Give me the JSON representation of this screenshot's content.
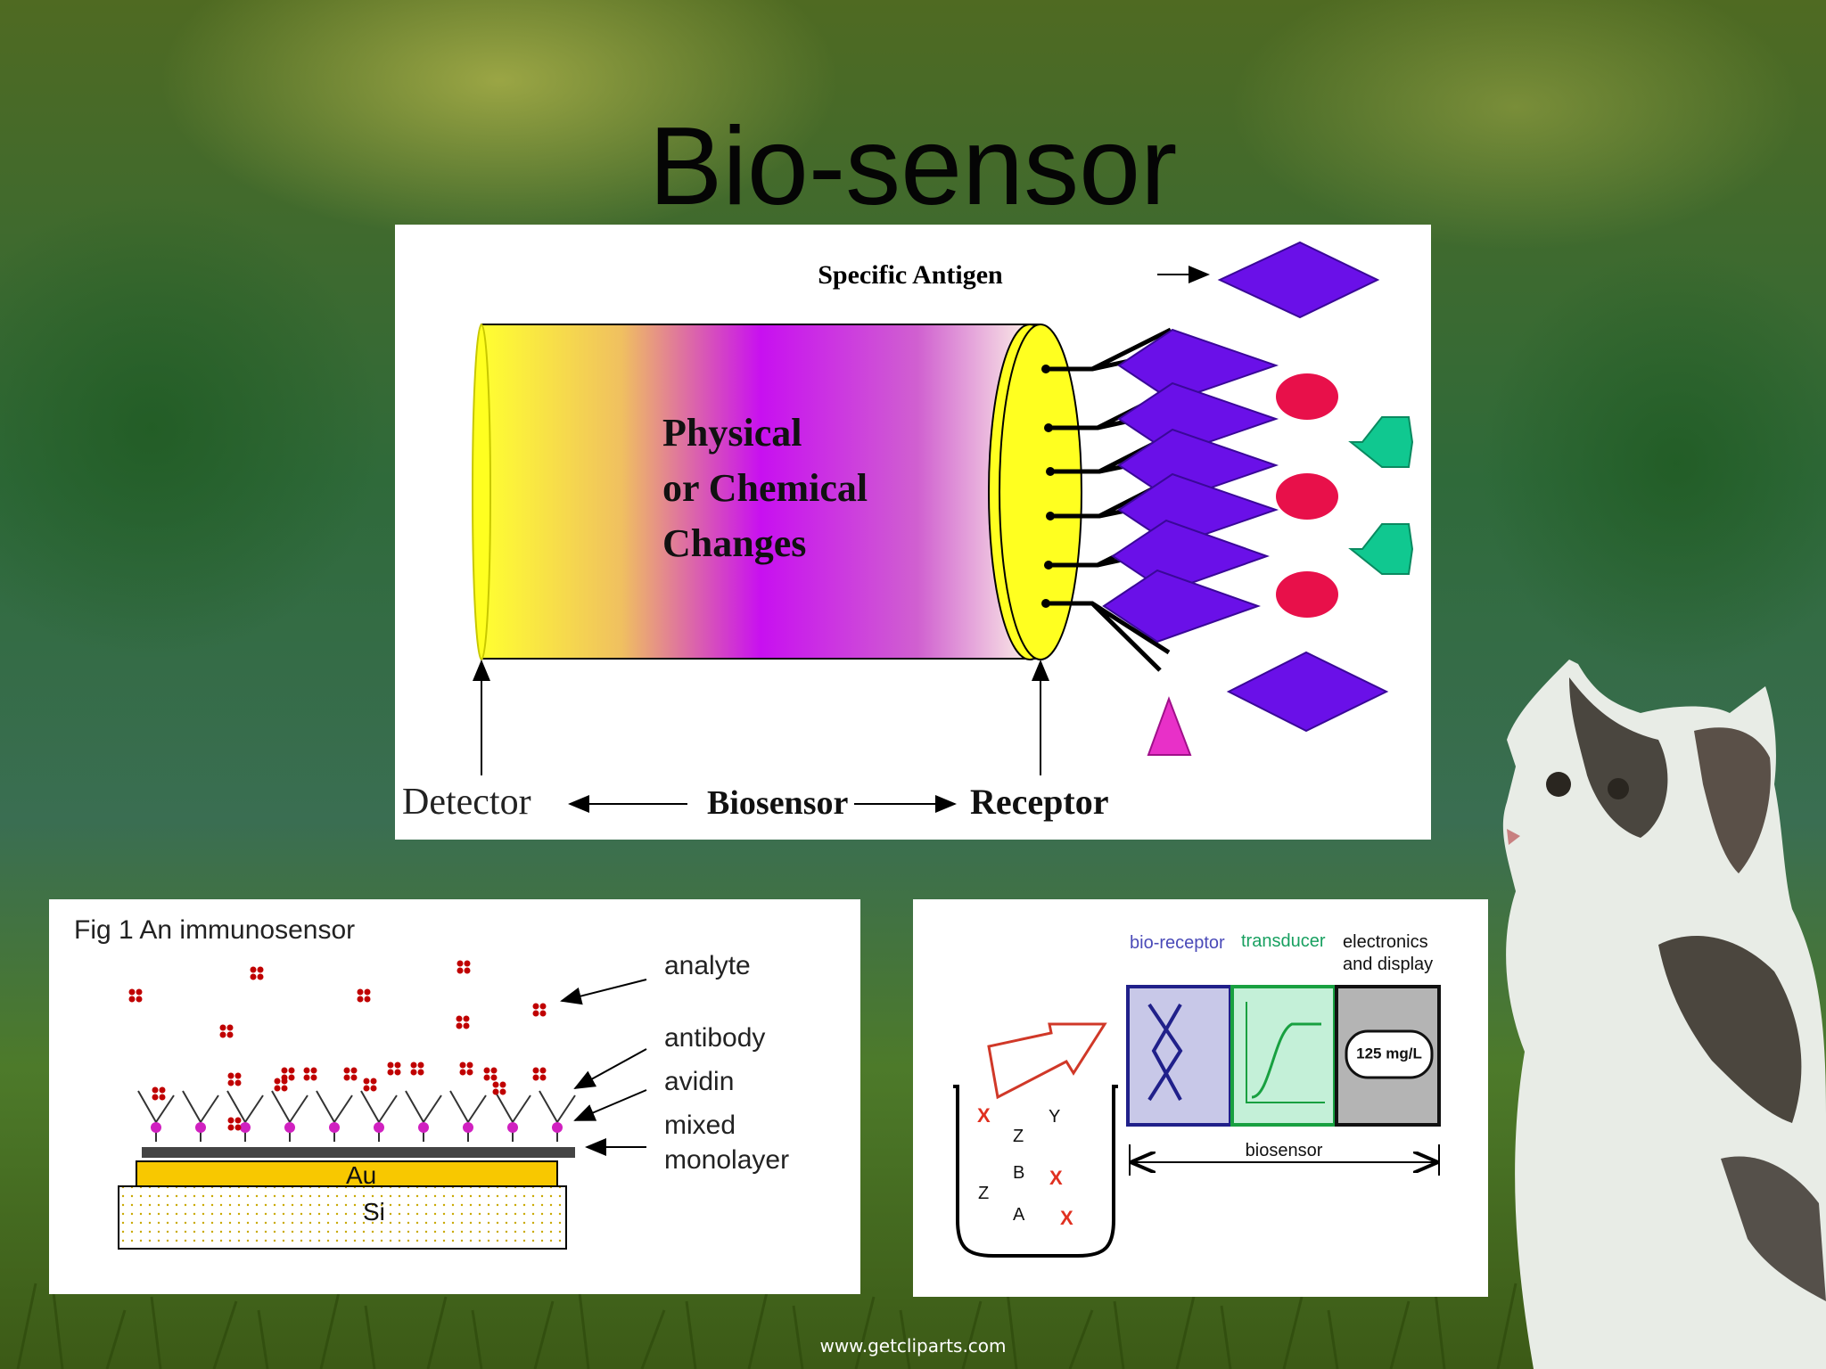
{
  "slide": {
    "title": "Bio-sensor",
    "footer": "www.getcliparts.com"
  },
  "main_diagram": {
    "specific_antigen": "Specific Antigen",
    "center_text": [
      "Physical",
      "or Chemical",
      "Changes"
    ],
    "detector": "Detector",
    "biosensor": "Biosensor",
    "receptor": "Receptor"
  },
  "immunosensor": {
    "caption": "Fig 1 An immunosensor",
    "labels": {
      "analyte": "analyte",
      "antibody": "antibody",
      "avidin": "avidin",
      "mixed1": "mixed",
      "mixed2": "monolayer"
    },
    "layers": {
      "gold": "Au",
      "silicon": "Si"
    }
  },
  "biosensor_schematic": {
    "bio_receptor": "bio-receptor",
    "transducer": "transducer",
    "electronics1": "electronics",
    "electronics2": "and display",
    "display_value": "125 mg/L",
    "biosensor": "biosensor",
    "sample_letters": [
      "Y",
      "Z",
      "B",
      "Z",
      "A"
    ],
    "sample_x": [
      "X",
      "X",
      "X"
    ]
  },
  "colors": {
    "antigen_purple": "#6a10e8",
    "antigen_pink": "#e8104a",
    "antigen_green": "#10c890",
    "triangle_magenta": "#e830c8",
    "gradient_magenta": "#c810f0",
    "detector_yellow": "#ffff20"
  }
}
